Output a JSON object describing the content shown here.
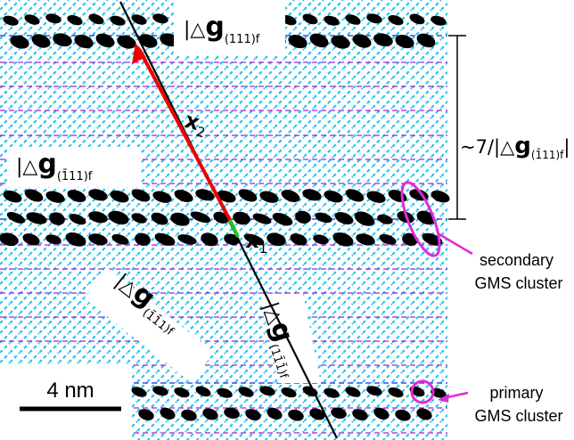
{
  "annotations": {
    "g111_top": "|△g(111)f",
    "g_bar111": "|△g(1̄11)f",
    "g_bar1bar11": "|△g(1̄1̄1)f",
    "g_1bar1bar1": "|△g(11̄1̄)f",
    "spacing": "~7/|△g(1̄11)f|",
    "x1": "x1",
    "x2": "x2",
    "scale_bar": "4 nm",
    "secondary_cluster": "secondary GMS cluster",
    "primary_cluster": "primary GMS cluster"
  },
  "colors": {
    "hatch": "#29c4f0",
    "magenta_lines": "#b61bd6",
    "blue_lines": "#2020e0",
    "clusters": "#000000",
    "vector_x2": "#ee0000",
    "vector_x1": "#22c422",
    "ellipse": "#e22bd8"
  }
}
